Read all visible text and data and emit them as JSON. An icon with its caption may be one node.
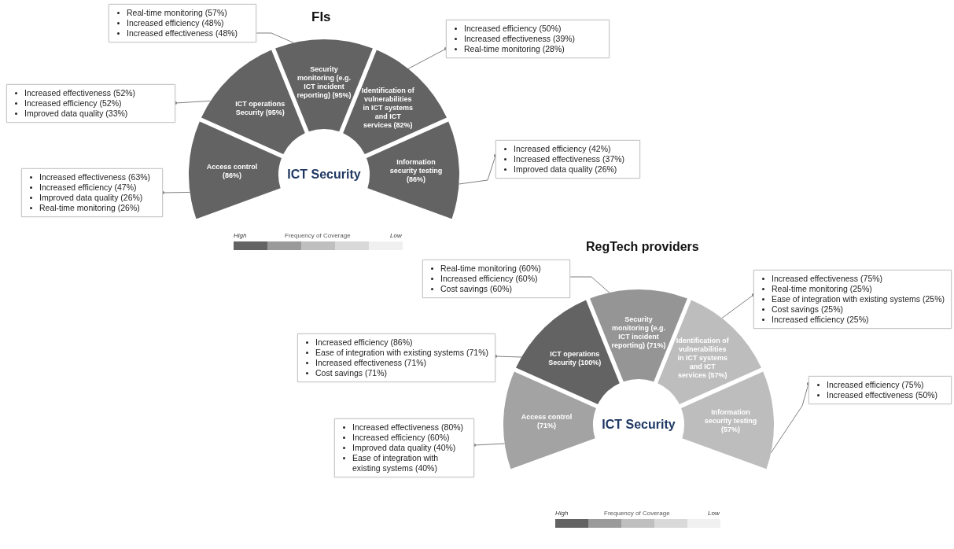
{
  "diagram": {
    "nodes": [
      {
        "text": [
          "Access control (86%)"
        ]
      },
      {
        "text": [
          "ICT operations Security (95%)"
        ]
      },
      {
        "text": [
          "Security monitoring (e.g. ICT incident reporting) (95%)"
        ]
      },
      {
        "text": [
          "Identification of vulnerabilities in ICT systems and ICT services (82%)"
        ]
      },
      {
        "text": [
          "Information security testing (86%)"
        ]
      },
      {
        "text": [
          "ICT Security"
        ]
      },
      {
        "text": [
          "Real-time monitoring (57%)",
          "Increased efficiency (48%)",
          "Increased effectiveness (48%)"
        ]
      },
      {
        "text": [
          "Increased effectiveness (52%)",
          "Increased efficiency (52%)",
          "Improved data quality (33%)"
        ]
      },
      {
        "text": [
          "Increased effectiveness (63%)",
          "Increased efficiency (47%)",
          "Improved data quality (26%)",
          "Real-time monitoring (26%)"
        ]
      },
      {
        "text": [
          "Increased efficiency (50%)",
          "Increased effectiveness (39%)",
          "Real-time monitoring (28%)"
        ]
      },
      {
        "text": [
          "Increased efficiency (42%)",
          "Increased effectiveness (37%)",
          "Improved data quality (26%)"
        ]
      },
      {
        "text": [
          "Access control (71%)"
        ]
      },
      {
        "text": [
          "ICT operations Security (100%)"
        ]
      },
      {
        "text": [
          "Security monitoring (e.g. ICT incident reporting) (71%)"
        ]
      },
      {
        "text": [
          "Identification of vulnerabilities in ICT systems and ICT services (57%)"
        ]
      },
      {
        "text": [
          "Information security testing (57%)"
        ]
      },
      {
        "text": [
          "ICT Security"
        ]
      },
      {
        "text": [
          "Real-time monitoring (60%)",
          "Increased efficiency (60%)",
          "Cost savings (60%)"
        ]
      },
      {
        "text": [
          "Increased efficiency (86%)",
          "Ease of integration with existing systems (71%)",
          "Increased effectiveness (71%)",
          "Cost savings (71%)"
        ]
      },
      {
        "text": [
          "Increased effectiveness (80%)",
          "Increased efficiency (60%)",
          "Improved data quality (40%)",
          "Ease of integration with existing systems (40%)"
        ]
      },
      {
        "text": [
          "Increased effectiveness (75%)",
          "Real-time monitoring (25%)",
          "Ease of integration with existing systems (25%)",
          "Cost savings (25%)",
          "Increased efficiency (25%)"
        ]
      },
      {
        "text": [
          "Increased efficiency (75%)",
          "Increased effectiveness (50%)"
        ]
      }
    ],
    "edges": [
      {
        "from": 6,
        "to": 2,
        "arrow": "none"
      },
      {
        "from": 7,
        "to": 1,
        "arrow": "other"
      },
      {
        "from": 8,
        "to": 0,
        "arrow": "other"
      },
      {
        "from": 9,
        "to": 3,
        "arrow": "other"
      },
      {
        "from": 10,
        "to": 4,
        "arrow": "other"
      },
      {
        "from": 17,
        "to": 13,
        "arrow": "none"
      },
      {
        "from": 18,
        "to": 12,
        "arrow": "other"
      },
      {
        "from": 19,
        "to": 11,
        "arrow": "other"
      },
      {
        "from": 20,
        "to": 14,
        "arrow": "other"
      },
      {
        "from": 21,
        "to": 15,
        "arrow": "other"
      }
    ],
    "labels": [
      "FIs",
      "High",
      "Frequency of Coverage",
      "Low",
      "RegTech providers",
      "High",
      "Frequency of Coverage",
      "Low"
    ]
  }
}
